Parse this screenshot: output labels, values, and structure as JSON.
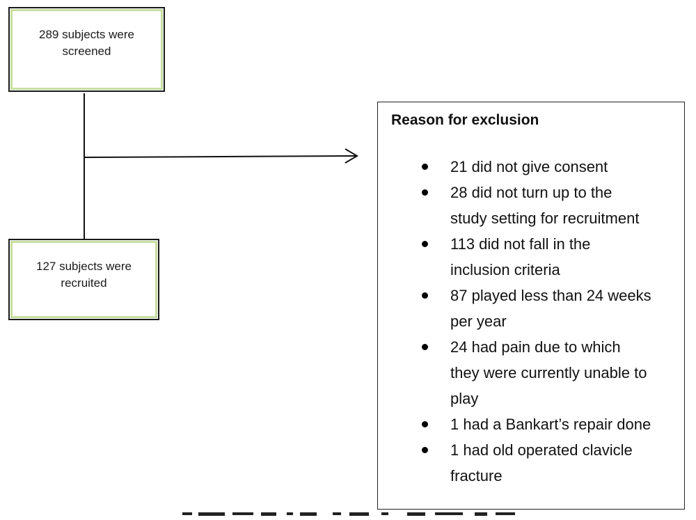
{
  "diagram": {
    "screened_box": {
      "lines": [
        "289 subjects were",
        "screened"
      ]
    },
    "recruited_box": {
      "lines": [
        "127 subjects were",
        "recruited"
      ]
    },
    "exclusion": {
      "title": "Reason for exclusion",
      "items": [
        {
          "lines": [
            "21 did not give consent"
          ]
        },
        {
          "lines": [
            "28 did not turn up to the",
            "study setting for recruitment"
          ]
        },
        {
          "lines": [
            "113 did not fall in the",
            "inclusion criteria"
          ]
        },
        {
          "lines": [
            "87 played less than 24 weeks",
            "per year"
          ]
        },
        {
          "lines": [
            "24 had pain due to which",
            "they were currently unable to",
            "play"
          ]
        },
        {
          "lines": [
            "1 had a Bankart’s repair done"
          ]
        },
        {
          "lines": [
            "1 had old operated clavicle",
            "fracture"
          ]
        }
      ]
    },
    "colors": {
      "box_border": "#1a1a1a",
      "box_accent": "#c6dea0",
      "line": "#111111"
    }
  }
}
